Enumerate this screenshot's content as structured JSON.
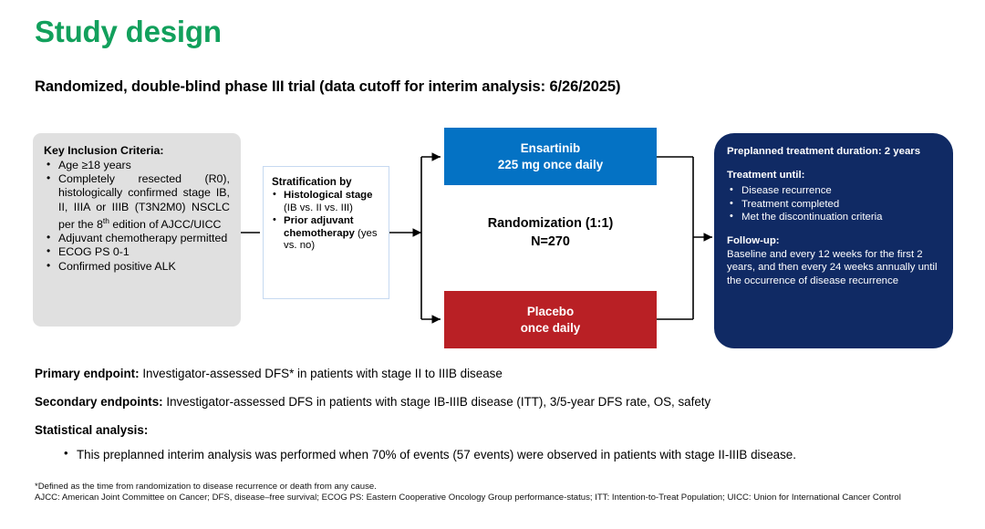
{
  "header": {
    "title": "Study design",
    "subtitle": "Randomized, double-blind phase III trial (data cutoff for interim analysis: 6/26/2025)",
    "title_color": "#12A05C"
  },
  "diagram": {
    "inclusion": {
      "heading": "Key Inclusion Criteria:",
      "items": [
        "Age ≥18 years",
        "Completely resected (R0), histologically confirmed stage IB, II, IIIA or IIIB (T3N2M0) NSCLC per the 8",
        "Adjuvant chemotherapy permitted",
        "ECOG PS 0-1",
        "Confirmed positive ALK"
      ],
      "item2_superscript": "th",
      "item2_tail": " edition of AJCC/UICC",
      "bg_color": "#E0E0E0"
    },
    "stratification": {
      "heading": "Stratification by",
      "items": [
        {
          "bold": "Histological stage",
          "normal": " (IB vs. II vs. III)"
        },
        {
          "bold": "Prior adjuvant chemotherapy",
          "normal": " (yes vs. no)"
        }
      ],
      "border_color": "#C6D9F1"
    },
    "arms": [
      {
        "name": "ensartinib",
        "line1": "Ensartinib",
        "line2": "225 mg once daily",
        "color": "#0472C4"
      },
      {
        "name": "placebo",
        "line1": "Placebo",
        "line2": "once daily",
        "color": "#B92025"
      }
    ],
    "randomization": {
      "line1": "Randomization (1:1)",
      "line2": "N=270"
    },
    "outcome": {
      "heading": "Preplanned treatment duration: 2 years",
      "treatment_label": "Treatment  until:",
      "treatment_items": [
        "Disease recurrence",
        "Treatment completed",
        "Met the discontinuation criteria"
      ],
      "followup_label": "Follow-up:",
      "followup_text": "Baseline and every 12 weeks for the first 2 years, and then every 24 weeks annually until the occurrence of disease recurrence",
      "bg_color": "#102A64"
    }
  },
  "endpoints": {
    "primary_label": "Primary endpoint:",
    "primary_text": " Investigator-assessed DFS* in patients with stage II to IIIB disease",
    "secondary_label": "Secondary endpoints:",
    "secondary_text": " Investigator-assessed DFS in patients with stage IB-IIIB disease (ITT), 3/5-year DFS rate, OS, safety",
    "statistical_label": "Statistical analysis:",
    "statistical_bullet": "This preplanned interim analysis was performed when 70% of events (57 events) were observed in patients with stage II-IIIB disease."
  },
  "footnotes": {
    "line1": "*Defined as the time from randomization to disease recurrence or death from any cause.",
    "line2": "AJCC: American Joint Committee on Cancer; DFS, disease–free survival; ECOG PS: Eastern Cooperative Oncology Group performance-status; ITT: Intention-to-Treat Population; UICC: Union for International Cancer Control"
  }
}
